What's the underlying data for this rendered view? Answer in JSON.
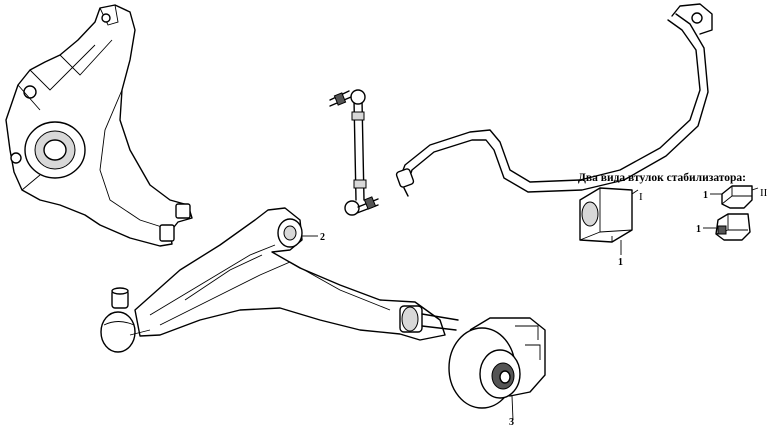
{
  "bushings_caption": "Два вида втулок стабилизатора:",
  "callouts": {
    "lower_arm": "2",
    "rear_bushing": "3",
    "bushing_type1": "1",
    "bushing_type2_top": "1",
    "bushing_type2_bottom": "1"
  },
  "types": {
    "first": "I",
    "second": "II"
  }
}
